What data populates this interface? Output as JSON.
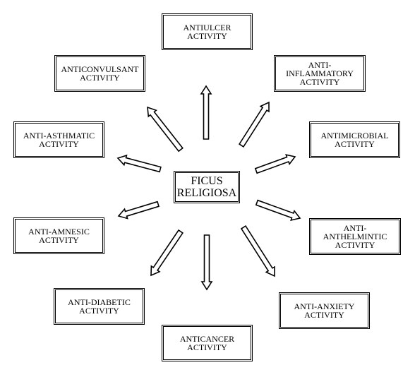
{
  "center": {
    "label": "FICUS\nRELIGIOSA"
  },
  "activities": [
    {
      "id": "antiulcer",
      "label": "ANTIULCER\nACTIVITY"
    },
    {
      "id": "anti-inflammatory",
      "label": "ANTI-\nINFLAMMATORY\nACTIVITY"
    },
    {
      "id": "antimicrobial",
      "label": "ANTIMICROBIAL\nACTIVITY"
    },
    {
      "id": "anti-anthelmintic",
      "label": "ANTI-ANTHELMINTIC\nACTIVITY"
    },
    {
      "id": "anti-anxiety",
      "label": "ANTI-ANXIETY\nACTIVITY"
    },
    {
      "id": "anticancer",
      "label": "ANTICANCER\nACTIVITY"
    },
    {
      "id": "anti-diabetic",
      "label": "ANTI-DIABETIC\nACTIVITY"
    },
    {
      "id": "anti-amnesic",
      "label": "ANTI-AMNESIC\nACTIVITY"
    },
    {
      "id": "anti-asthmatic",
      "label": "ANTI-ASTHMATIC\nACTIVITY"
    },
    {
      "id": "anticonvulsant",
      "label": "ANTICONVULSANT\nACTIVITY"
    }
  ]
}
